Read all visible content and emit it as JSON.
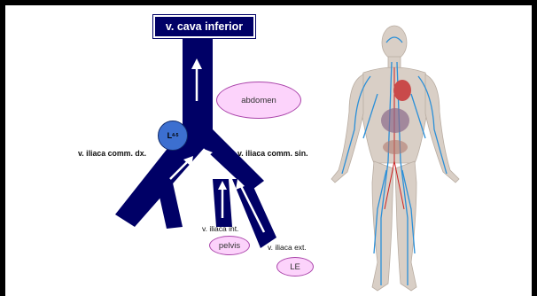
{
  "title": "v. cava inferior",
  "region_abdomen": "abdomen",
  "vertebra": {
    "letter": "L",
    "sub": "4-5"
  },
  "vein_labels": {
    "right_common_iliac": "v. iliaca comm. dx.",
    "left_common_iliac": "v. iliaca comm. sin.",
    "internal_iliac": "v. iliaca int.",
    "external_iliac": "v. iliaca ext."
  },
  "region_pelvis": "pelvis",
  "region_lower_extremity": "LE",
  "colors": {
    "vein_navy": "#000066",
    "ellipse_pink": "#fcd3fb",
    "badge_blue": "#3c6fd0",
    "background_frame": "#000000"
  }
}
